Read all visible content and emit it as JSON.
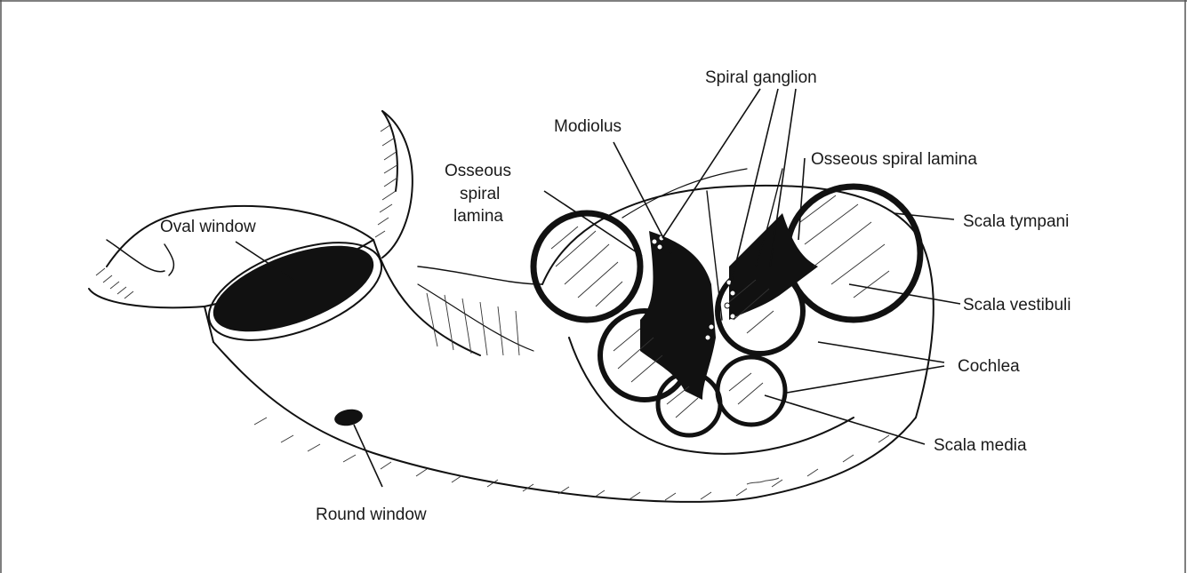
{
  "labels": {
    "spiral_ganglion": "Spiral ganglion",
    "modiolus": "Modiolus",
    "osseous_spiral_lamina_left": [
      "Osseous",
      "spiral",
      "lamina"
    ],
    "osseous_spiral_lamina_right": "Osseous spiral lamina",
    "oval_window": "Oval window",
    "scala_tympani": "Scala tympani",
    "scala_vestibuli": "Scala vestibuli",
    "cochlea": "Cochlea",
    "scala_media": "Scala media",
    "round_window": "Round window"
  }
}
